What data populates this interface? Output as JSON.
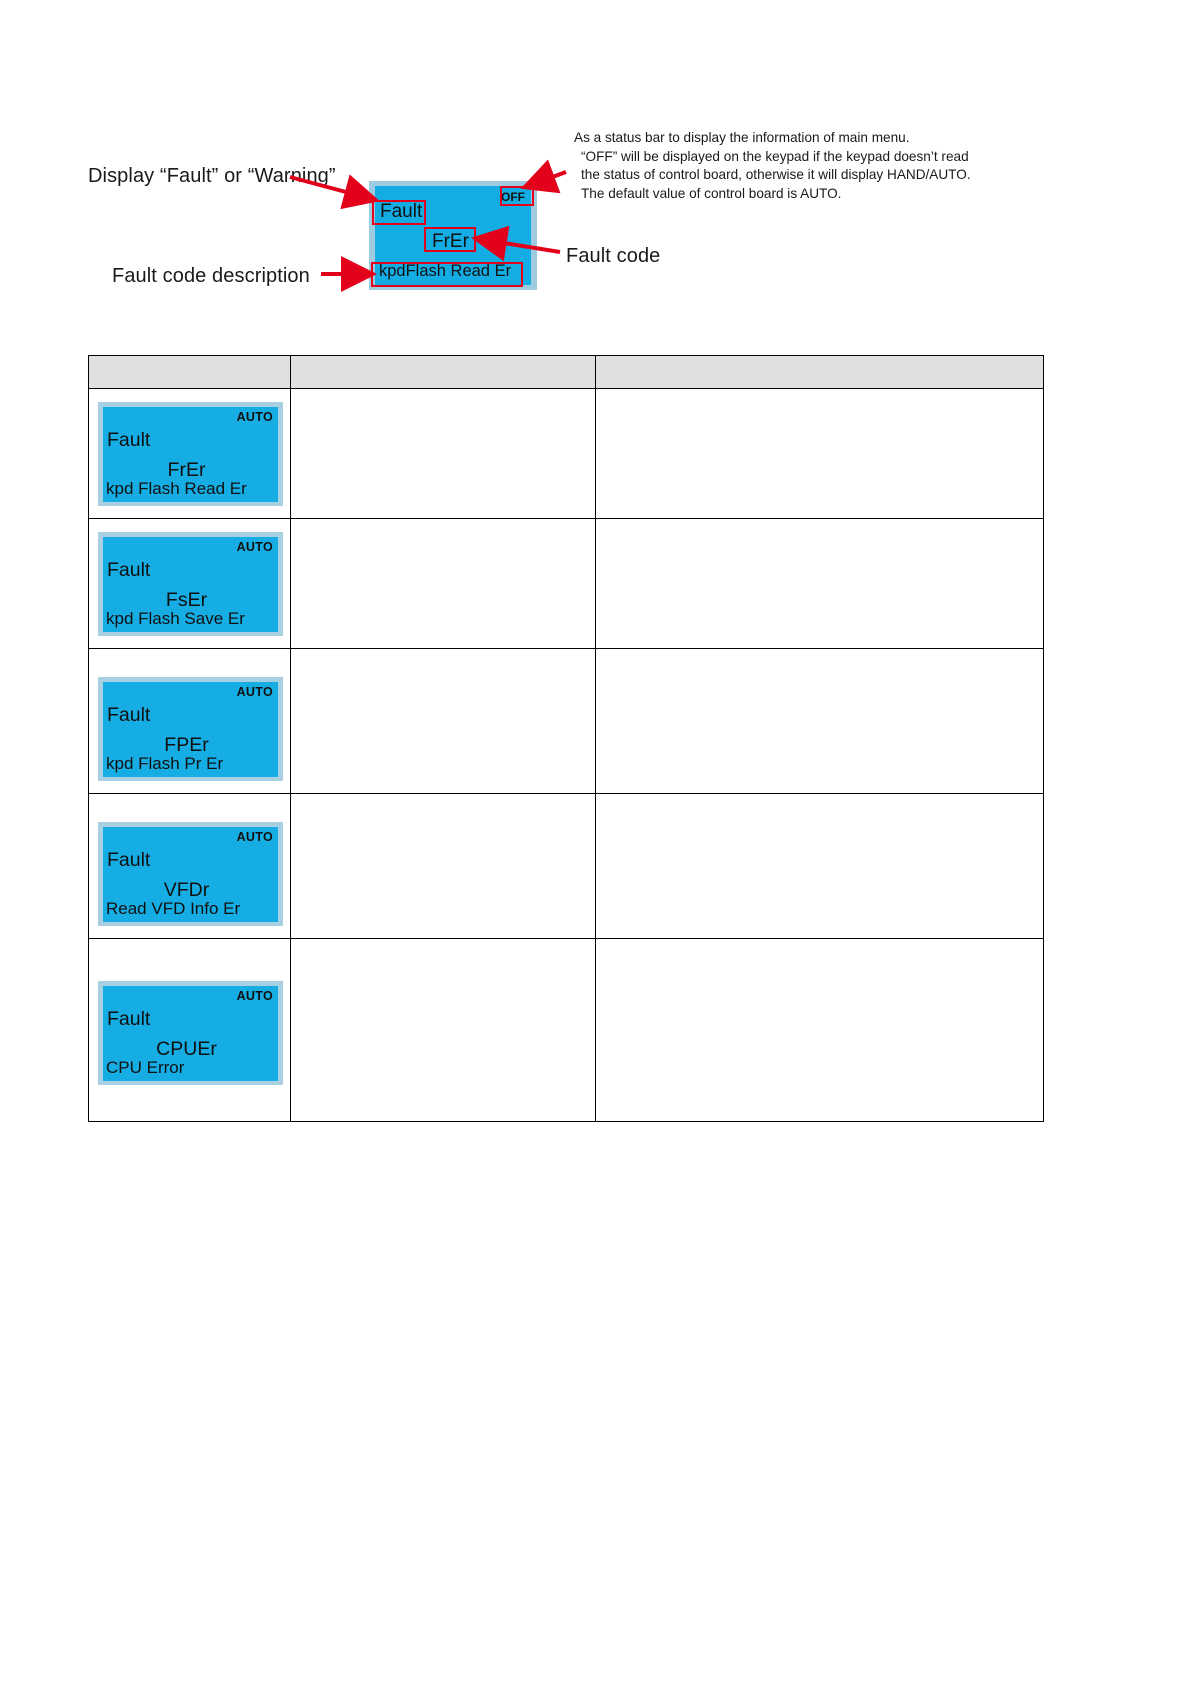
{
  "diagram": {
    "label_fault_warning": "Display “Fault” or “Warning”",
    "label_fault_code": "Fault code",
    "label_fault_description": "Fault code description",
    "note_lines": [
      "As a status bar to display the information of main menu.",
      "“OFF” will be displayed on the keypad if the keypad doesn’t read",
      "the status of control board, otherwise it will display HAND/AUTO.",
      "The default value of control board is AUTO."
    ],
    "demo_display": {
      "title": "Fault",
      "status": "OFF",
      "code": "FrEr",
      "description": "kpdFlash Read Er"
    },
    "colors": {
      "lcd_background": "#15ade4",
      "lcd_bezel": "#a8cfe2",
      "annotation_red": "#e2001a",
      "text": "#101010"
    }
  },
  "table": {
    "headers": [
      "",
      "",
      ""
    ],
    "rows": [
      {
        "display": {
          "title": "Fault",
          "status": "AUTO",
          "code": "FrEr",
          "description": "kpd Flash Read Er"
        },
        "col2": "",
        "col3": ""
      },
      {
        "display": {
          "title": "Fault",
          "status": "AUTO",
          "code": "FsEr",
          "description": "kpd Flash Save Er"
        },
        "col2": "",
        "col3": ""
      },
      {
        "display": {
          "title": "Fault",
          "status": "AUTO",
          "code": "FPEr",
          "description": "kpd Flash Pr Er"
        },
        "col2": "",
        "col3": ""
      },
      {
        "display": {
          "title": "Fault",
          "status": "AUTO",
          "code": "VFDr",
          "description": "Read VFD Info Er"
        },
        "col2": "",
        "col3": ""
      },
      {
        "display": {
          "title": "Fault",
          "status": "AUTO",
          "code": "CPUEr",
          "description": "CPU Error"
        },
        "col2": "",
        "col3": ""
      }
    ]
  }
}
